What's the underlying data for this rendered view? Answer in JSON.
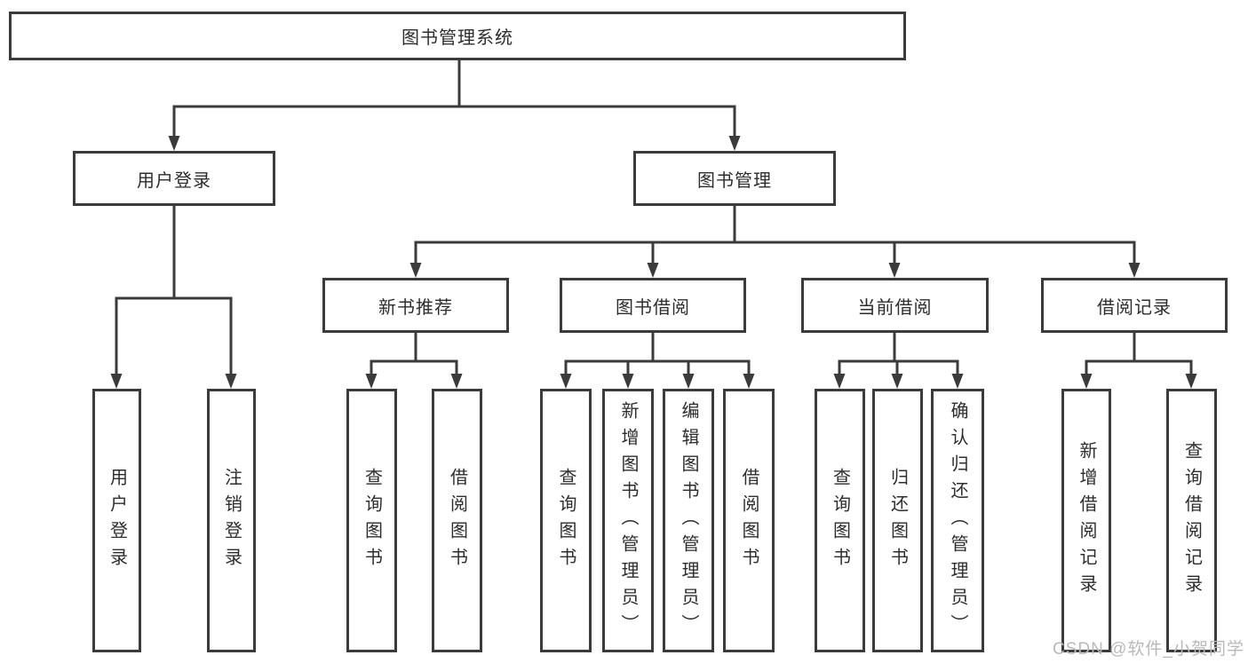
{
  "diagram": {
    "title": "图书管理系统",
    "type": "function-structure-tree",
    "colors": {
      "line": "#3b3b3b",
      "box_border": "#3b3b3b",
      "box_background": "#ffffff",
      "text": "#2d2d2d",
      "watermark": "#b9b9b9"
    },
    "nodes": {
      "root": "图书管理系统",
      "user_login": "用户登录",
      "book_mgmt": "图书管理",
      "new_book_rec": "新书推荐",
      "book_borrow": "图书借阅",
      "current_borrow": "当前借阅",
      "borrow_record": "借阅记录",
      "leaf_user_login": "用户登录",
      "leaf_logout": "注销登录",
      "leaf_query_book_1": "查询图书",
      "leaf_borrow_book_1": "借阅图书",
      "leaf_query_book_2": "查询图书",
      "leaf_add_book": "新增图书（管理员）",
      "leaf_edit_book": "编辑图书（管理员）",
      "leaf_borrow_book_2": "借阅图书",
      "leaf_query_book_3": "查询图书",
      "leaf_return_book": "归还图书",
      "leaf_confirm_return": "确认归还（管理员）",
      "leaf_add_record": "新增借阅记录",
      "leaf_query_record": "查询借阅记录"
    },
    "structure": {
      "图书管理系统": [
        "用户登录",
        "图书管理"
      ],
      "用户登录": [
        "用户登录",
        "注销登录"
      ],
      "图书管理": [
        "新书推荐",
        "图书借阅",
        "当前借阅",
        "借阅记录"
      ],
      "新书推荐": [
        "查询图书",
        "借阅图书"
      ],
      "图书借阅": [
        "查询图书",
        "新增图书（管理员）",
        "编辑图书（管理员）",
        "借阅图书"
      ],
      "当前借阅": [
        "查询图书",
        "归还图书",
        "确认归还（管理员）"
      ],
      "借阅记录": [
        "新增借阅记录",
        "查询借阅记录"
      ]
    },
    "watermark": "CSDN @软件_小贺同学"
  }
}
